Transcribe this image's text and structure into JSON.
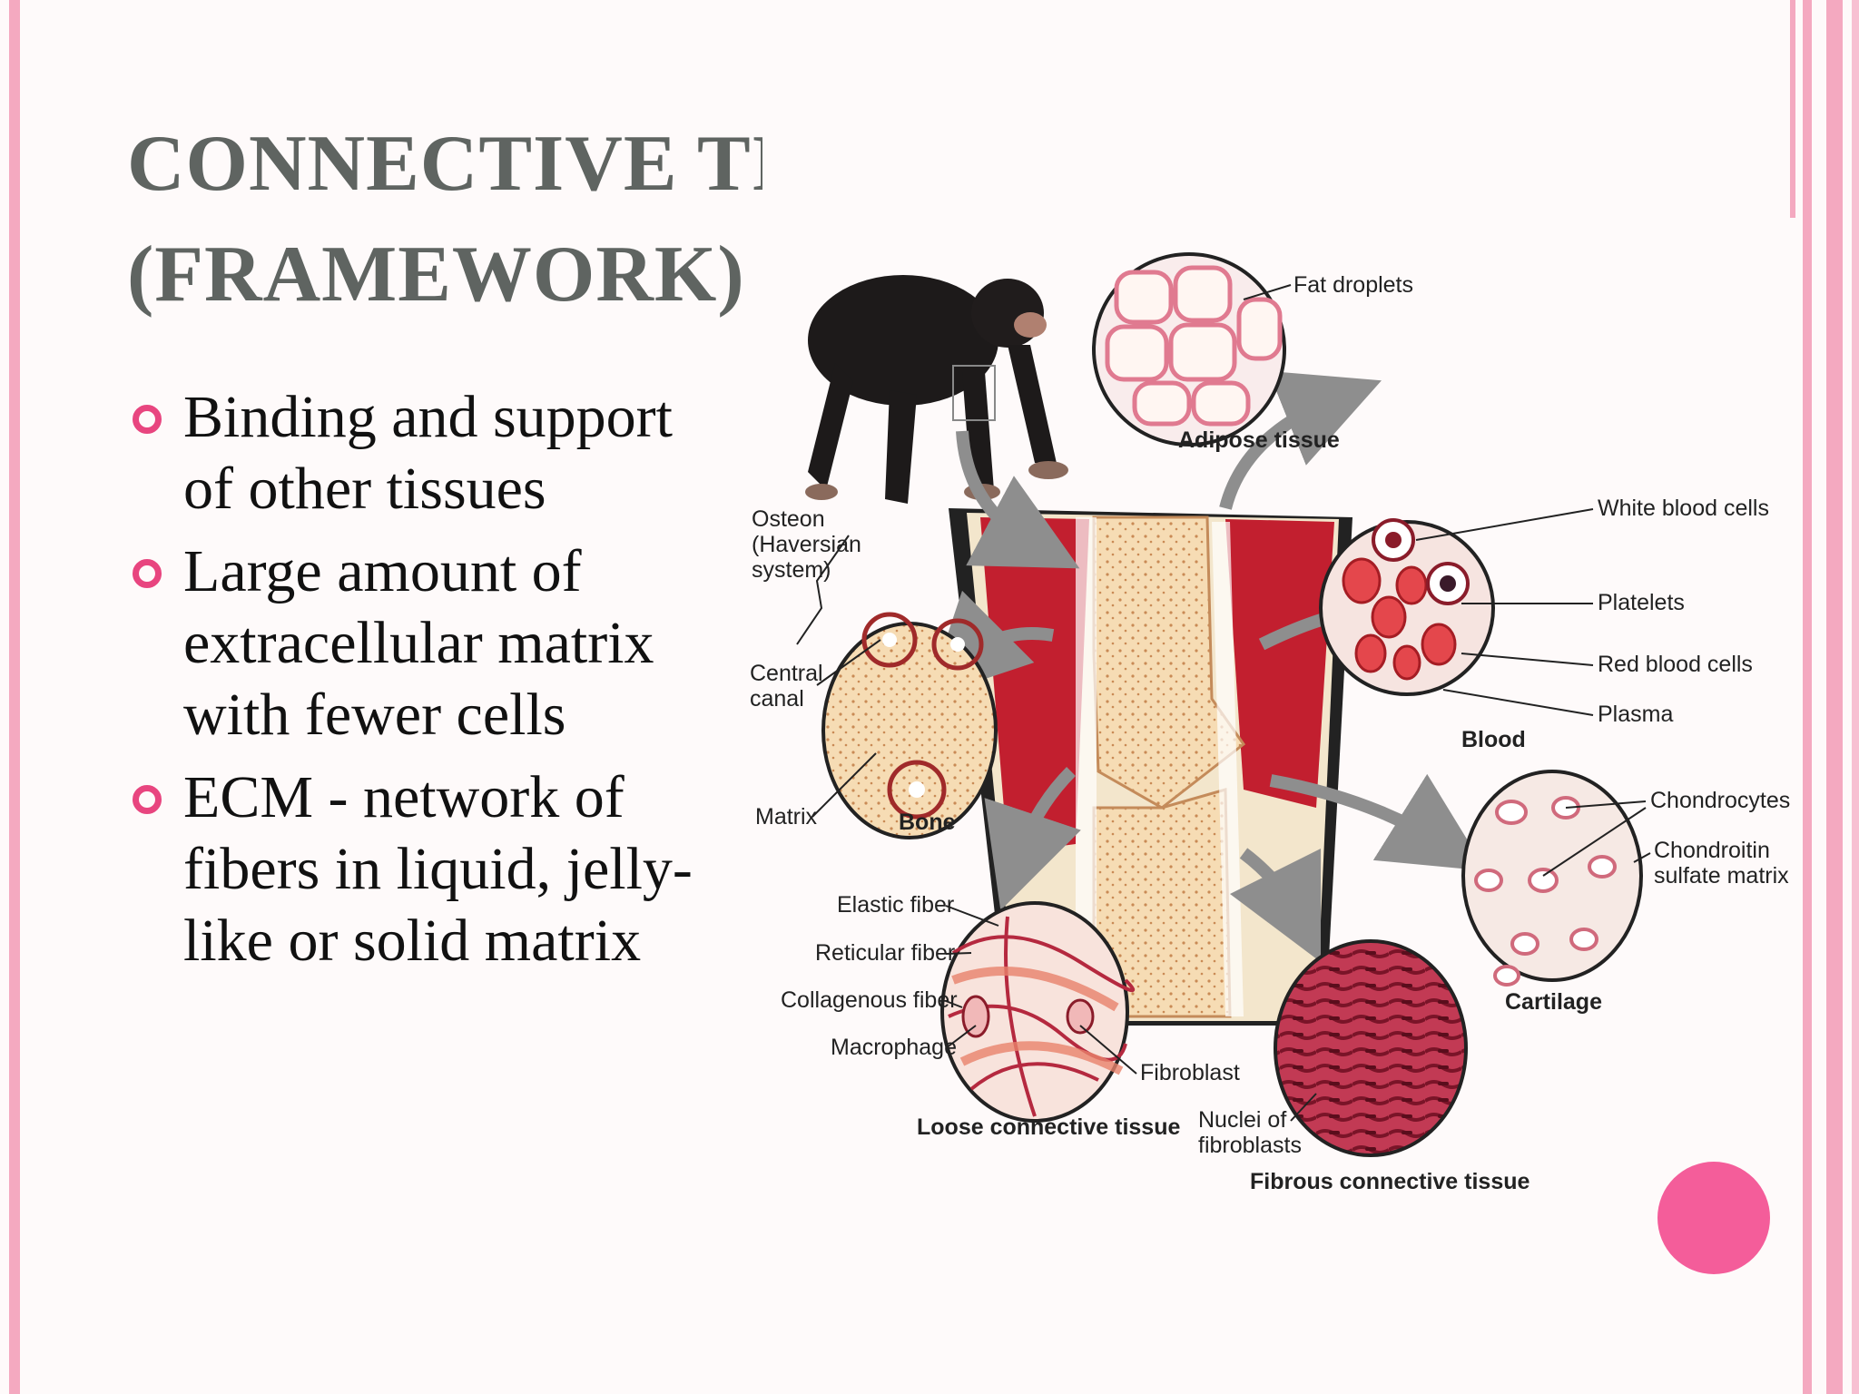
{
  "title": {
    "line1": "CONNECTIVE TISSUE",
    "line2": "(FRAMEWORK)"
  },
  "bullets": [
    "Binding and support  of other tissues",
    "Large amount of extracellular matrix with fewer cells",
    "ECM - network of fibers in liquid, jelly-like or solid matrix"
  ],
  "figure": {
    "adipose": {
      "title": "Adipose tissue",
      "fat_droplets": "Fat droplets"
    },
    "blood": {
      "title": "Blood",
      "white_blood_cells": "White blood cells",
      "platelets": "Platelets",
      "red_blood_cells": "Red blood cells",
      "plasma": "Plasma"
    },
    "bone": {
      "title": "Bone",
      "osteon_1": "Osteon",
      "osteon_2": "(Haversian",
      "osteon_3": "system)",
      "central_canal_1": "Central",
      "central_canal_2": "canal",
      "matrix": "Matrix"
    },
    "cartilage": {
      "title": "Cartilage",
      "chondrocytes": "Chondrocytes",
      "chondroitin_1": "Chondroitin",
      "chondroitin_2": "sulfate matrix"
    },
    "loose": {
      "title": "Loose connective tissue",
      "elastic_fiber": "Elastic fiber",
      "reticular_fiber": "Reticular fiber",
      "collagenous_fiber": "Collagenous fiber",
      "macrophage": "Macrophage",
      "fibroblast": "Fibroblast"
    },
    "fibrous": {
      "title": "Fibrous connective tissue",
      "nuclei_1": "Nuclei of",
      "nuclei_2": "fibroblasts"
    }
  },
  "colors": {
    "accent_pink": "#f45d9a",
    "border_pink": "#f4a9c0",
    "title_gray": "#5f6461",
    "bullet_pink": "#e8457f"
  }
}
